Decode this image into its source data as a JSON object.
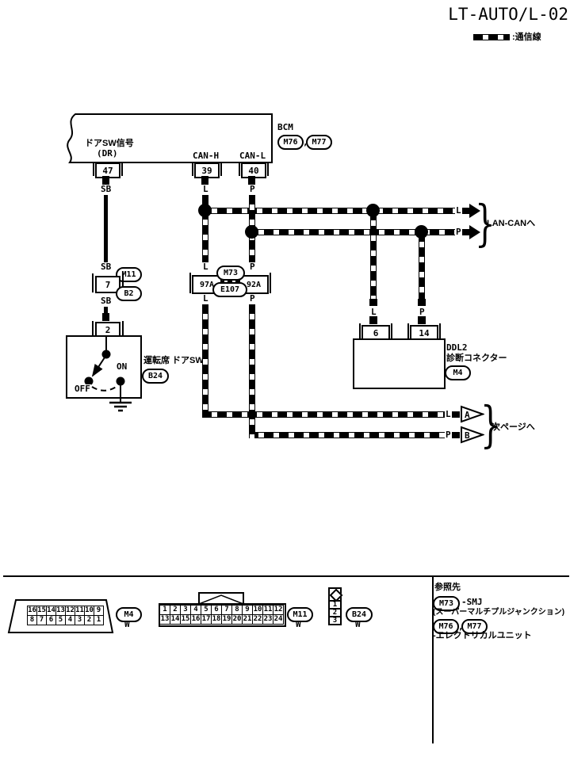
{
  "title": "LT-AUTO/L-02",
  "legend": {
    "label": ":通信線"
  },
  "glyphs": {
    "brace": "}"
  },
  "labels": {
    "sb": "SB",
    "l": "L",
    "p": "P"
  },
  "bcm": {
    "label": "BCM",
    "ref1": "M76",
    "sep": ",",
    "ref2": "M77",
    "signal1a": "ドアSW信号",
    "signal1b": "(DR)",
    "pin1": "47",
    "signal2": "CAN-H",
    "pin2": "39",
    "signal3": "CAN-L",
    "pin3": "40"
  },
  "inline_conn": {
    "pin": "7",
    "ref_top": "M11",
    "ref_bottom": "B2"
  },
  "smj": {
    "ref_top": "M73",
    "ref_bottom": "E107",
    "pin_left": "97A",
    "pin_right": "92A"
  },
  "door_switch": {
    "pin": "2",
    "on": "ON",
    "off": "OFF",
    "label": "運転席 ドアSW",
    "ref": "B24"
  },
  "ddl2": {
    "pin_l": "6",
    "pin_p": "14",
    "name": "DDL2",
    "name2": "診断コネクター",
    "ref": "M4"
  },
  "lan_can": {
    "dest": "LAN-CANへ"
  },
  "next_page": {
    "dest": "次ページへ",
    "a": "A",
    "b": "B"
  },
  "footer": {
    "m4": {
      "pins_top": [
        "16",
        "15",
        "14",
        "13",
        "12",
        "11",
        "10",
        "9"
      ],
      "pins_bottom": [
        "8",
        "7",
        "6",
        "5",
        "4",
        "3",
        "2",
        "1"
      ],
      "ref": "M4",
      "color": "W"
    },
    "m11": {
      "pins_top": [
        "1",
        "2",
        "3",
        "4",
        "5",
        "6",
        "7",
        "8",
        "9",
        "10",
        "11",
        "12"
      ],
      "pins_bottom": [
        "13",
        "14",
        "15",
        "16",
        "17",
        "18",
        "19",
        "20",
        "21",
        "22",
        "23",
        "24"
      ],
      "ref": "M11",
      "color": "W"
    },
    "b24": {
      "pins": [
        "1",
        "2",
        "3"
      ],
      "ref": "B24",
      "color": "W"
    },
    "reference": {
      "title": "参照先",
      "ref1": "M73",
      "ref1_text": "-SMJ",
      "ref1_note": "(スーパーマルチプルジャンクション)",
      "ref2": "M76",
      "sep": ",",
      "ref3": "M77",
      "note2": "-エレクトリカルユニット"
    }
  },
  "colors": {
    "line": "#000000",
    "bg": "#ffffff"
  }
}
